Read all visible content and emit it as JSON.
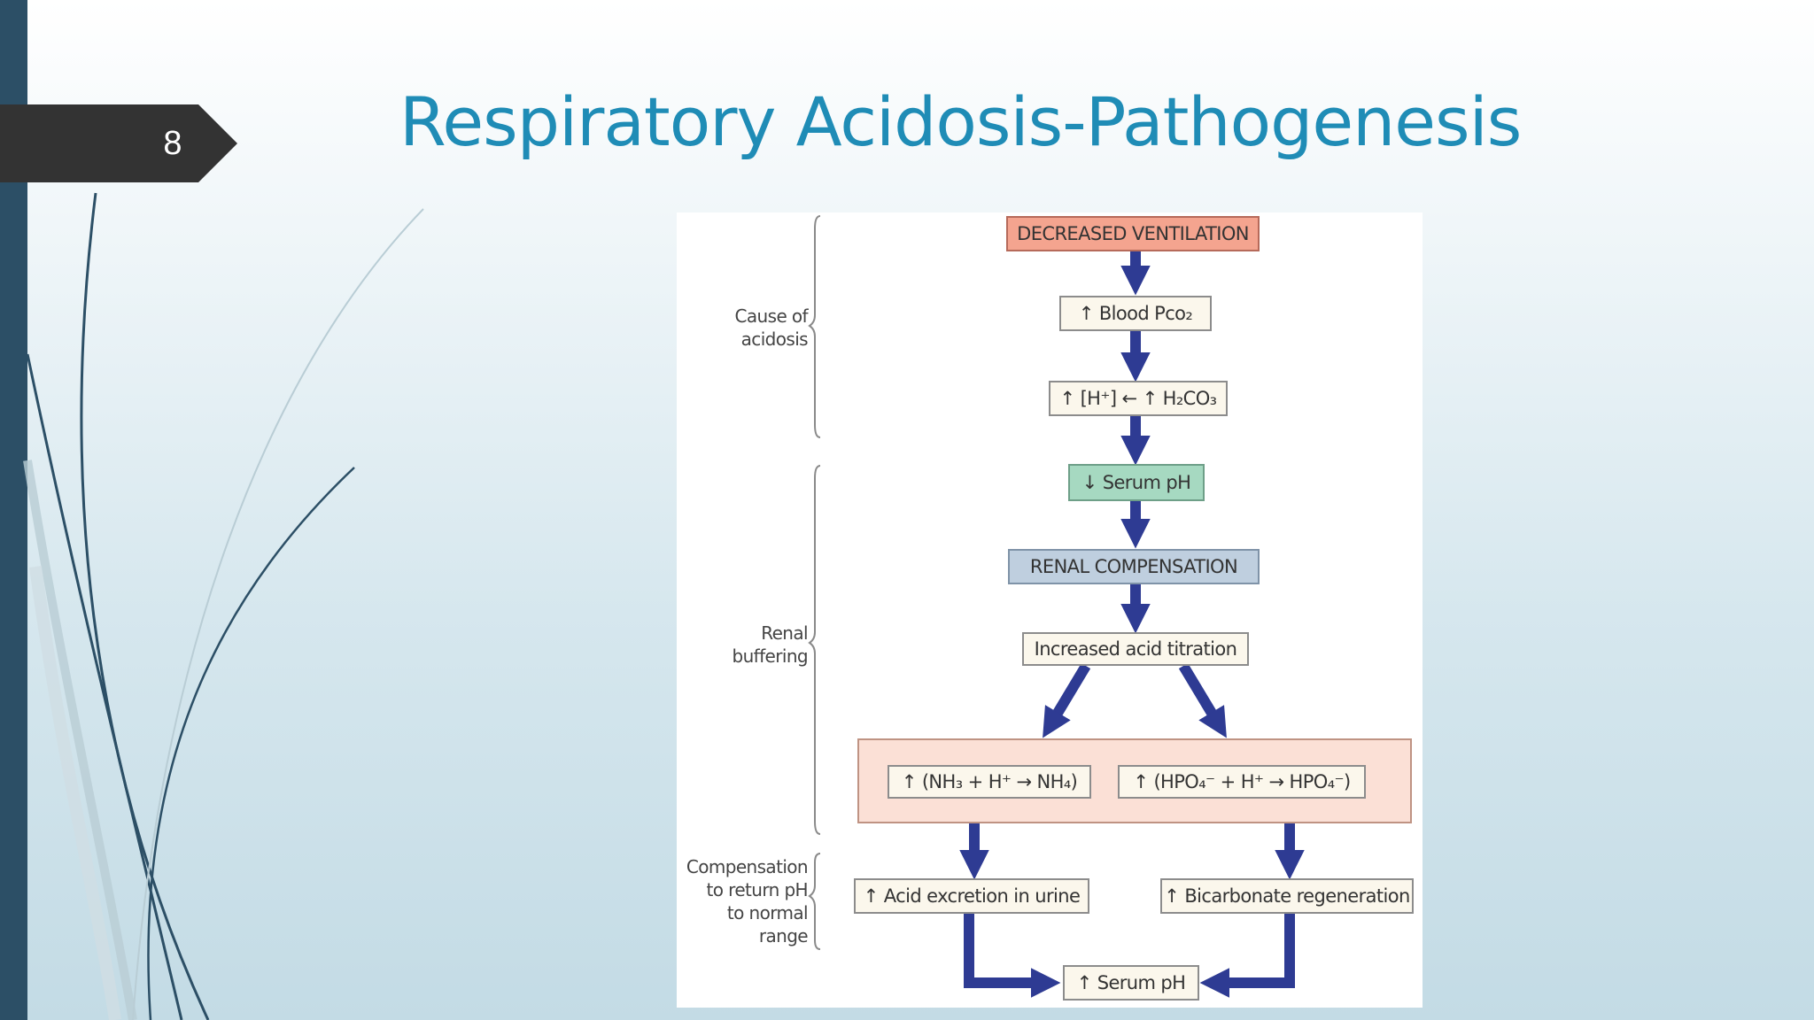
{
  "slide": {
    "number": "8",
    "title": "Respiratory Acidosis-Pathogenesis"
  },
  "diagram": {
    "boxes": {
      "decreased_ventilation": "DECREASED VENTILATION",
      "blood_pco2": "↑ Blood Pco₂",
      "h_h2co3": "↑ [H⁺] ← ↑ H₂CO₃",
      "serum_ph_low": "↓ Serum pH",
      "renal_compensation": "RENAL COMPENSATION",
      "increased_acid_titration": "Increased acid titration",
      "nh3_reaction": "↑ (NH₃ + H⁺ → NH₄)",
      "hpo4_reaction": "↑ (HPO₄⁻ + H⁺ → HPO₄⁻)",
      "acid_excretion": "↑ Acid excretion in urine",
      "bicarbonate_regeneration": "↑ Bicarbonate regeneration",
      "serum_ph_high": "↑ Serum pH"
    },
    "side_labels": {
      "cause": "Cause of\nacidosis",
      "renal_buffering": "Renal\nbuffering",
      "compensation": "Compensation\nto return pH\nto normal\nrange"
    },
    "colors": {
      "arrow": "#2e3b93",
      "title": "#1f8cb6",
      "sidebar": "#2c4f66"
    }
  }
}
